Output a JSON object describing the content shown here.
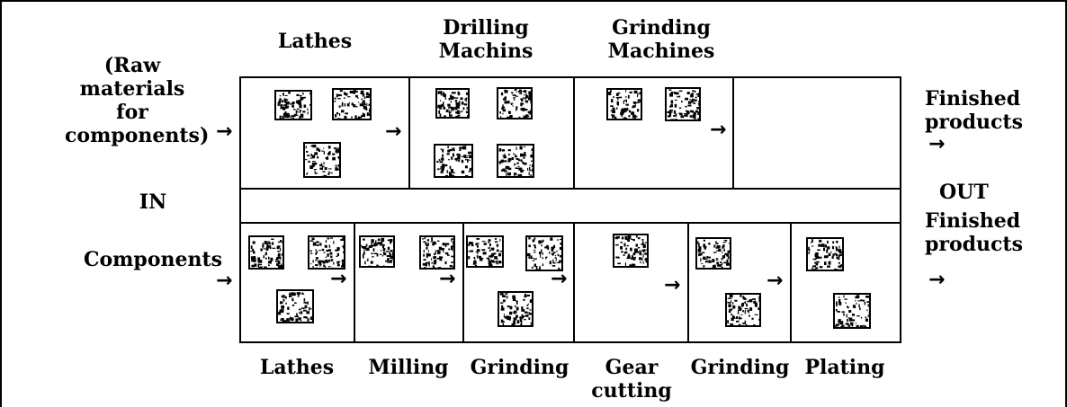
{
  "labels": {
    "raw_materials": "(Raw\nmaterials\nfor\ncomponents)",
    "in": "IN",
    "components": "Components",
    "finished_top": "Finished\nproducts",
    "out": "OUT",
    "finished_bottom": "Finished\nproducts",
    "lathes_top": "Lathes",
    "drilling": "Drilling\nMachins",
    "grinding_top": "Grinding\nMachines",
    "lathes_bottom": "Lathes",
    "milling": "Milling",
    "grinding_bottom1": "Grinding",
    "gear_cutting": "Gear\ncutting",
    "grinding_bottom2": "Grinding",
    "plating": "Plating"
  },
  "arrow_glyph": "→"
}
